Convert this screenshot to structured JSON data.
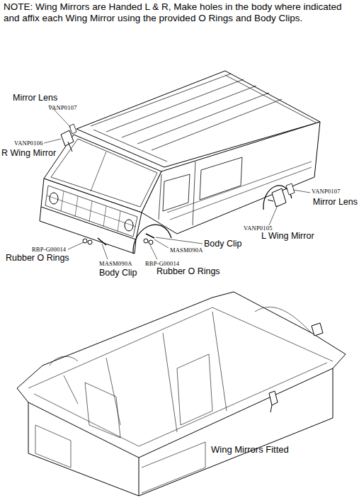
{
  "diagram": {
    "labels": [
      "NOTE: Wing Mirrors are Handed L & R, Make holes in the body where indicated and affix each Wing Mirror using the provided O Rings and Body Clips.",
      "Mirror Lens",
      "VANP0107",
      "VANP0106",
      "R Wing Mirror",
      "VANP0107",
      "Mirror Lens",
      "VANP0105",
      "L Wing Mirror",
      "RBP-G00014",
      "Rubber O Rings",
      "MASM090A",
      "Body Clip",
      "MASM090A",
      "Body Clip",
      "RBP-G00014",
      "Rubber O Rings",
      "Wing Mirrors Fitted"
    ]
  }
}
